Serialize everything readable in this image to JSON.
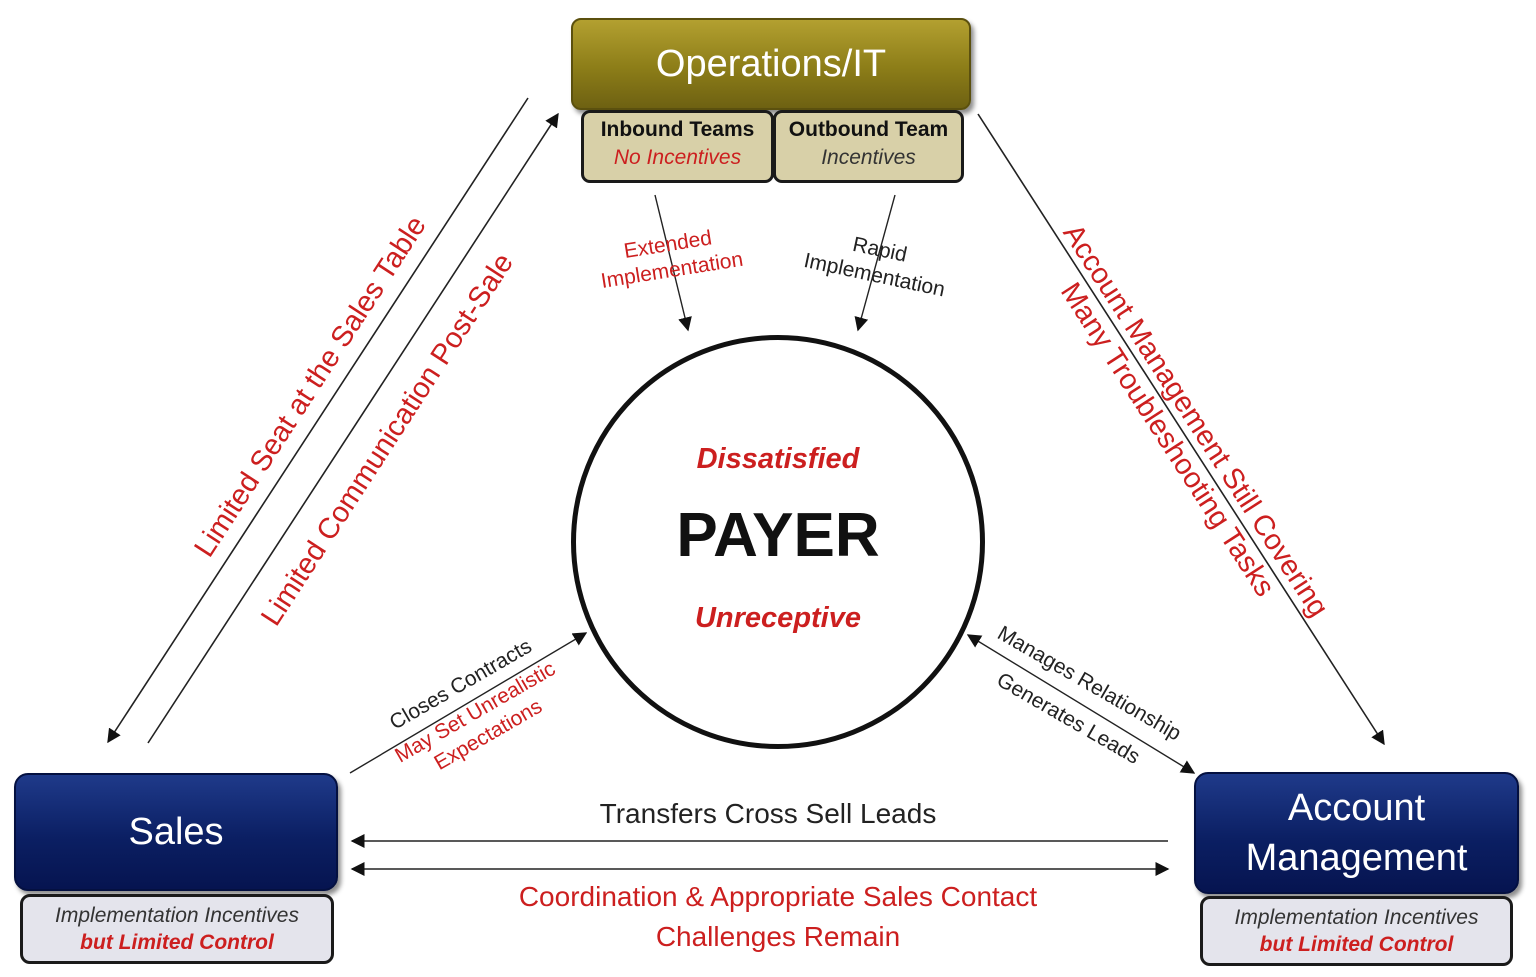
{
  "operations": {
    "title": "Operations/IT",
    "inbound": {
      "name": "Inbound Teams",
      "note": "No Incentives"
    },
    "outbound": {
      "name": "Outbound Team",
      "note": "Incentives"
    }
  },
  "sales": {
    "title": "Sales",
    "incentive_line1": "Implementation Incentives",
    "incentive_line2": "but Limited Control"
  },
  "account_management": {
    "title_line1": "Account",
    "title_line2": "Management",
    "incentive_line1": "Implementation Incentives",
    "incentive_line2": "but Limited Control"
  },
  "payer": {
    "title": "PAYER",
    "top_label": "Dissatisfied",
    "bottom_label": "Unreceptive"
  },
  "labels": {
    "extended_1": "Extended",
    "extended_2": "Implementation",
    "rapid_1": "Rapid",
    "rapid_2": "Implementation",
    "limited_seat": "Limited Seat at the Sales Table",
    "limited_comm": "Limited Communication Post-Sale",
    "acct_still": "Account Management Still Covering",
    "many_tasks": "Many Troubleshooting Tasks",
    "closes": "Closes Contracts",
    "may_set_1": "May Set Unrealistic",
    "may_set_2": "Expectations",
    "manages": "Manages Relationship",
    "generates": "Generates Leads",
    "transfers": "Transfers Cross Sell Leads",
    "coord_1": "Coordination & Appropriate Sales Contact",
    "coord_2": "Challenges Remain"
  },
  "colors": {
    "ops_gold": "#8c7d18",
    "navy": "#0b1f63",
    "accent_red": "#cc1f1f"
  }
}
